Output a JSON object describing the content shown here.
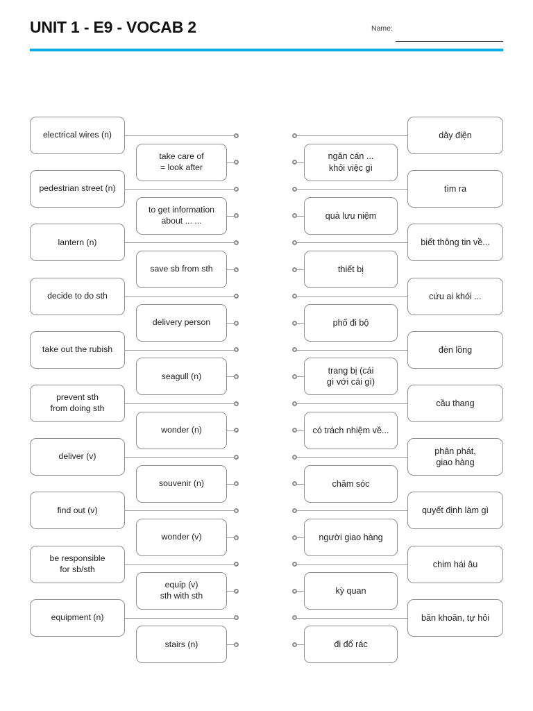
{
  "header": {
    "title": "UNIT 1 - E9 - VOCAB 2",
    "name_label": "Name:",
    "name_value": "",
    "accent_color": "#00aeef",
    "rule_color": "#000000"
  },
  "board": {
    "dot_count_per_side": 20,
    "left_column": {
      "outer_cards": [
        {
          "text": "electrical wires (n)",
          "slot": 0
        },
        {
          "text": "pedestrian street (n)",
          "slot": 2
        },
        {
          "text": "lantern (n)",
          "slot": 4
        },
        {
          "text": "decide to do sth",
          "slot": 6
        },
        {
          "text": "take out the rubish",
          "slot": 8
        },
        {
          "text": "prevent sth\nfrom doing sth",
          "slot": 10
        },
        {
          "text": "deliver (v)",
          "slot": 12
        },
        {
          "text": "find out (v)",
          "slot": 14
        },
        {
          "text": "be responsible\nfor sb/sth",
          "slot": 16
        },
        {
          "text": "equipment (n)",
          "slot": 18
        }
      ],
      "inner_cards": [
        {
          "text": "take care of\n= look after",
          "slot": 1
        },
        {
          "text": "to get information\nabout ... ...",
          "slot": 3
        },
        {
          "text": "save sb from sth",
          "slot": 5
        },
        {
          "text": "delivery person",
          "slot": 7
        },
        {
          "text": "seagull (n)",
          "slot": 9
        },
        {
          "text": "wonder (n)",
          "slot": 11
        },
        {
          "text": "souvenir (n)",
          "slot": 13
        },
        {
          "text": "wonder (v)",
          "slot": 15
        },
        {
          "text": "equip (v)\nsth with sth",
          "slot": 17
        },
        {
          "text": "stairs (n)",
          "slot": 19
        }
      ]
    },
    "right_column": {
      "outer_cards": [
        {
          "text": "dây điện",
          "slot": 0
        },
        {
          "text": "tìm ra",
          "slot": 2
        },
        {
          "text": "biết thông tin về...",
          "slot": 4
        },
        {
          "text": "cứu ai khói ...",
          "slot": 6
        },
        {
          "text": "đèn lồng",
          "slot": 8
        },
        {
          "text": "cầu thang",
          "slot": 10
        },
        {
          "text": "phân phát,\ngiao hàng",
          "slot": 12
        },
        {
          "text": "quyết định làm gì",
          "slot": 14
        },
        {
          "text": "chim hái âu",
          "slot": 16
        },
        {
          "text": "băn khoăn, tự hỏi",
          "slot": 18
        }
      ],
      "inner_cards": [
        {
          "text": "ngăn cán ...\nkhỏi việc gì",
          "slot": 1
        },
        {
          "text": "quà lưu niệm",
          "slot": 3
        },
        {
          "text": "thiết bị",
          "slot": 5
        },
        {
          "text": "phố đi bộ",
          "slot": 7
        },
        {
          "text": "trang bị (cái\ngì với cái gì)",
          "slot": 9
        },
        {
          "text": "có trách nhiệm về...",
          "slot": 11
        },
        {
          "text": "chăm sóc",
          "slot": 13
        },
        {
          "text": "người giao hàng",
          "slot": 15
        },
        {
          "text": "kỳ quan",
          "slot": 17
        },
        {
          "text": "đi đổ rác",
          "slot": 19
        }
      ]
    }
  }
}
